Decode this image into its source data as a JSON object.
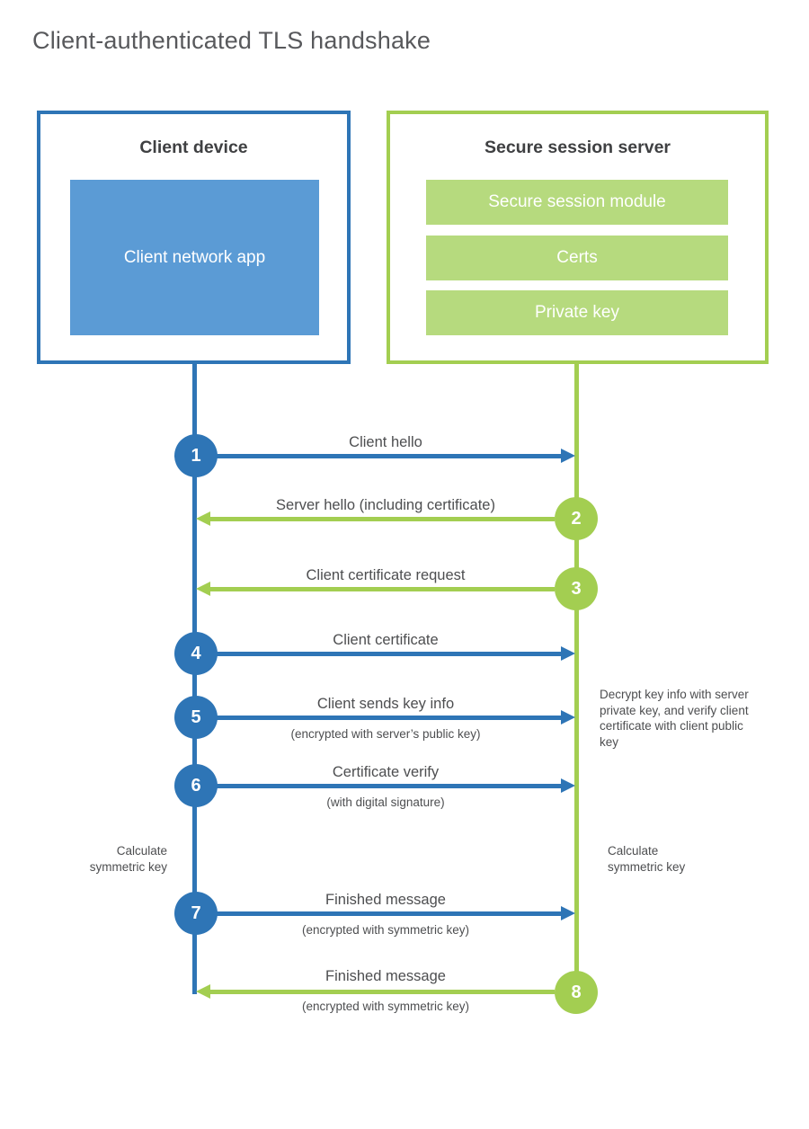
{
  "title": "Client-authenticated TLS handshake",
  "colors": {
    "blue_accent": "#2E75B6",
    "blue_fill": "#5B9BD5",
    "green_accent": "#A3CE51",
    "green_fill": "#B6DA7E",
    "label_text": "#4D4E50",
    "heading_text": "#3F4042"
  },
  "client": {
    "title": "Client device",
    "app_label": "Client network app"
  },
  "server": {
    "title": "Secure session server",
    "modules": [
      "Secure session module",
      "Certs",
      "Private key"
    ]
  },
  "messages": [
    {
      "num": "1",
      "label": "Client hello",
      "direction": "right",
      "color": "blue"
    },
    {
      "num": "2",
      "label": "Server hello (including certificate)",
      "direction": "left",
      "color": "green"
    },
    {
      "num": "3",
      "label": "Client certificate request",
      "direction": "left",
      "color": "green"
    },
    {
      "num": "4",
      "label": "Client certificate",
      "direction": "right",
      "color": "blue"
    },
    {
      "num": "5",
      "label": "Client sends key info",
      "sub": "(encrypted with server’s public key)",
      "direction": "right",
      "color": "blue"
    },
    {
      "num": "6",
      "label": "Certificate verify",
      "sub": "(with digital signature)",
      "direction": "right",
      "color": "blue"
    },
    {
      "num": "7",
      "label": "Finished message",
      "sub": "(encrypted with symmetric key)",
      "direction": "right",
      "color": "blue"
    },
    {
      "num": "8",
      "label": "Finished message",
      "sub": "(encrypted with symmetric key)",
      "direction": "left",
      "color": "green"
    }
  ],
  "notes": {
    "decrypt": "Decrypt key info with server private key, and verify client certificate with client public key",
    "calc_left": "Calculate symmetric key",
    "calc_right": "Calculate symmetric key"
  }
}
